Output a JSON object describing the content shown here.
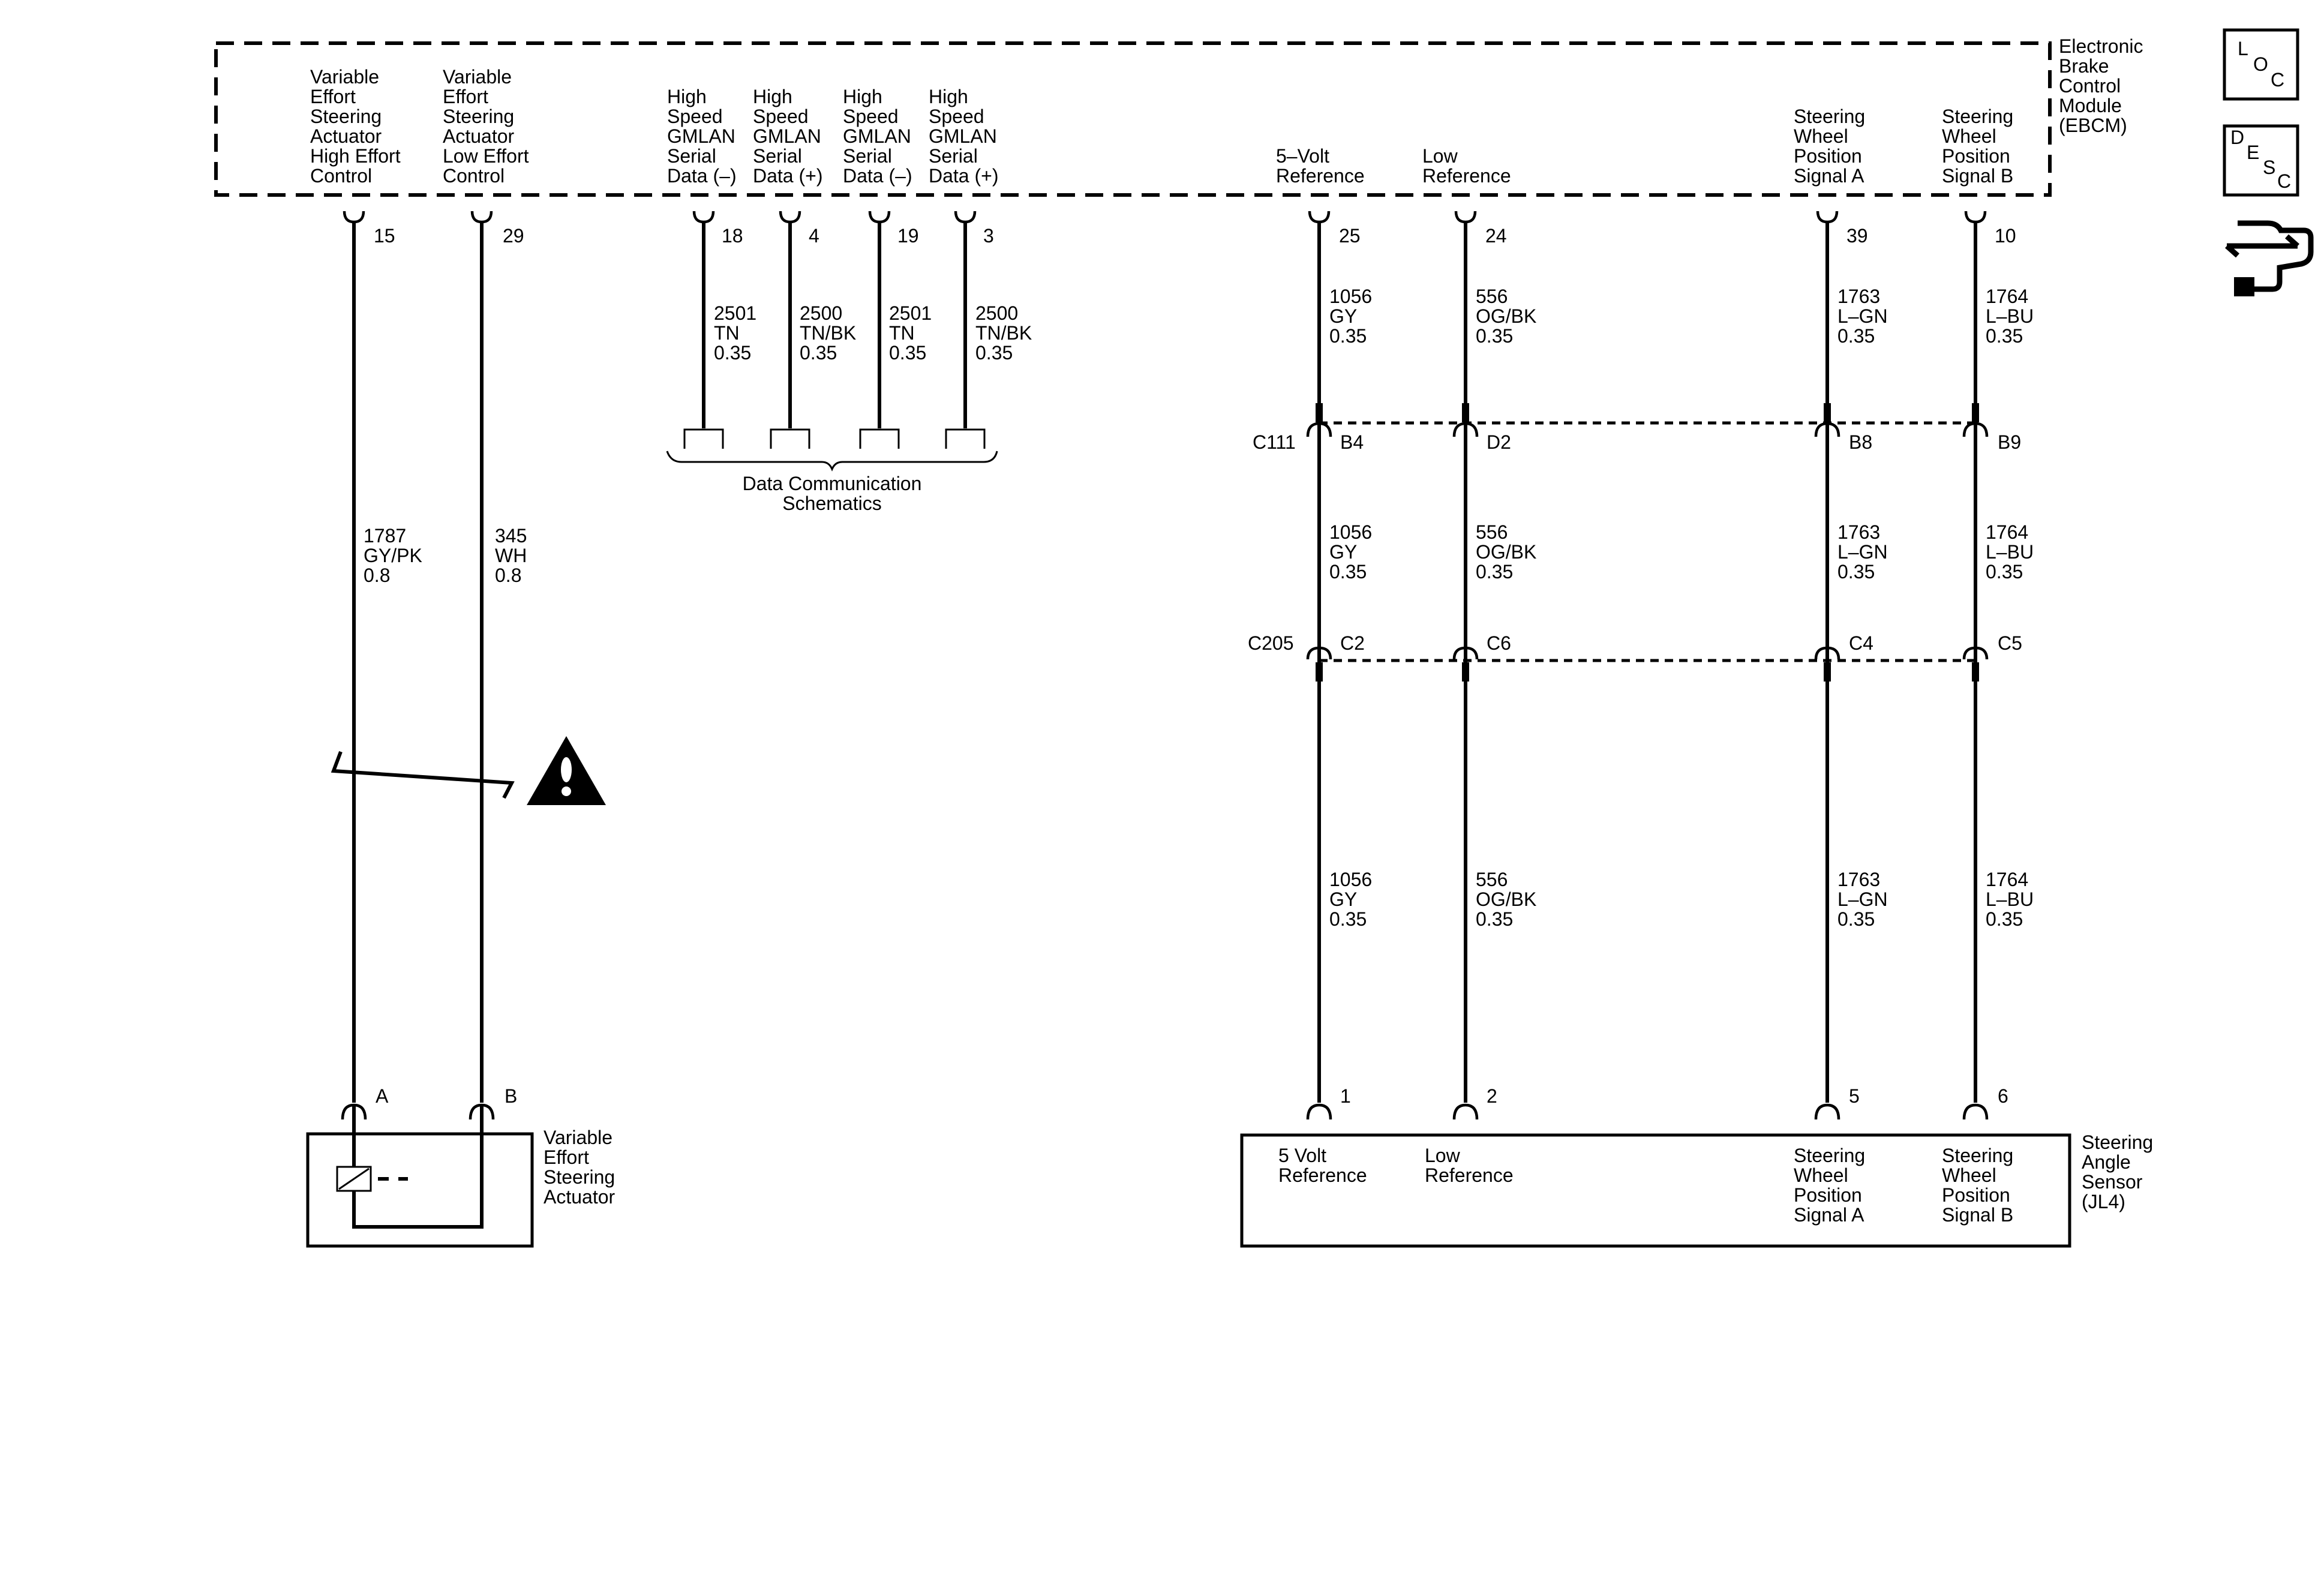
{
  "colors": {
    "ink": "#000000",
    "background": "#ffffff"
  },
  "ebcm": {
    "label": [
      "Electronic",
      "Brake",
      "Control",
      "Module",
      "(EBCM)"
    ],
    "pins": [
      {
        "num": "15",
        "label": [
          "Variable",
          "Effort",
          "Steering",
          "Actuator",
          "High Effort",
          "Control"
        ]
      },
      {
        "num": "29",
        "label": [
          "Variable",
          "Effort",
          "Steering",
          "Actuator",
          "Low Effort",
          "Control"
        ]
      },
      {
        "num": "18",
        "label": [
          "High",
          "Speed",
          "GMLAN",
          "Serial",
          "Data (–)"
        ]
      },
      {
        "num": "4",
        "label": [
          "High",
          "Speed",
          "GMLAN",
          "Serial",
          "Data (+)"
        ]
      },
      {
        "num": "19",
        "label": [
          "High",
          "Speed",
          "GMLAN",
          "Serial",
          "Data (–)"
        ]
      },
      {
        "num": "3",
        "label": [
          "High",
          "Speed",
          "GMLAN",
          "Serial",
          "Data (+)"
        ]
      },
      {
        "num": "25",
        "label": [
          "5–Volt",
          "Reference"
        ]
      },
      {
        "num": "24",
        "label": [
          "Low",
          "Reference"
        ]
      },
      {
        "num": "39",
        "label": [
          "Steering",
          "Wheel",
          "Position",
          "Signal A"
        ]
      },
      {
        "num": "10",
        "label": [
          "Steering",
          "Wheel",
          "Position",
          "Signal B"
        ]
      }
    ]
  },
  "actuator_wires": [
    {
      "circuit": [
        "1787",
        "GY/PK",
        "0.8"
      ],
      "terminal": "A"
    },
    {
      "circuit": [
        "345",
        "WH",
        "0.8"
      ],
      "terminal": "B"
    }
  ],
  "data_wires": [
    [
      "2501",
      "TN",
      "0.35"
    ],
    [
      "2500",
      "TN/BK",
      "0.35"
    ],
    [
      "2501",
      "TN",
      "0.35"
    ],
    [
      "2500",
      "TN/BK",
      "0.35"
    ]
  ],
  "data_reference": [
    "Data Communication",
    "Schematics"
  ],
  "sensor_wires": [
    {
      "circuit": [
        "1056",
        "GY",
        "0.35"
      ],
      "c111": "B4",
      "c205": "C2",
      "sensor_pin": "1"
    },
    {
      "circuit": [
        "556",
        "OG/BK",
        "0.35"
      ],
      "c111": "D2",
      "c205": "C6",
      "sensor_pin": "2"
    },
    {
      "circuit": [
        "1763",
        "L–GN",
        "0.35"
      ],
      "c111": "B8",
      "c205": "C4",
      "sensor_pin": "5"
    },
    {
      "circuit": [
        "1764",
        "L–BU",
        "0.35"
      ],
      "c111": "B9",
      "c205": "C5",
      "sensor_pin": "6"
    }
  ],
  "connectors": {
    "c111": "C111",
    "c205": "C205"
  },
  "actuator": {
    "label": [
      "Variable",
      "Effort",
      "Steering",
      "Actuator"
    ]
  },
  "sensor": {
    "label": [
      "Steering",
      "Angle",
      "Sensor",
      "(JL4)"
    ],
    "pins": [
      [
        "5 Volt",
        "Reference"
      ],
      [
        "Low",
        "Reference"
      ],
      [
        "Steering",
        "Wheel",
        "Position",
        "Signal A"
      ],
      [
        "Steering",
        "Wheel",
        "Position",
        "Signal B"
      ]
    ]
  },
  "side_icons": {
    "loc": [
      "L",
      "O",
      "C"
    ],
    "desc": [
      "D",
      "E",
      "S",
      "C"
    ],
    "names": [
      "loc-icon",
      "desc-icon",
      "connector-end-view-icon",
      "caution-icon"
    ]
  }
}
